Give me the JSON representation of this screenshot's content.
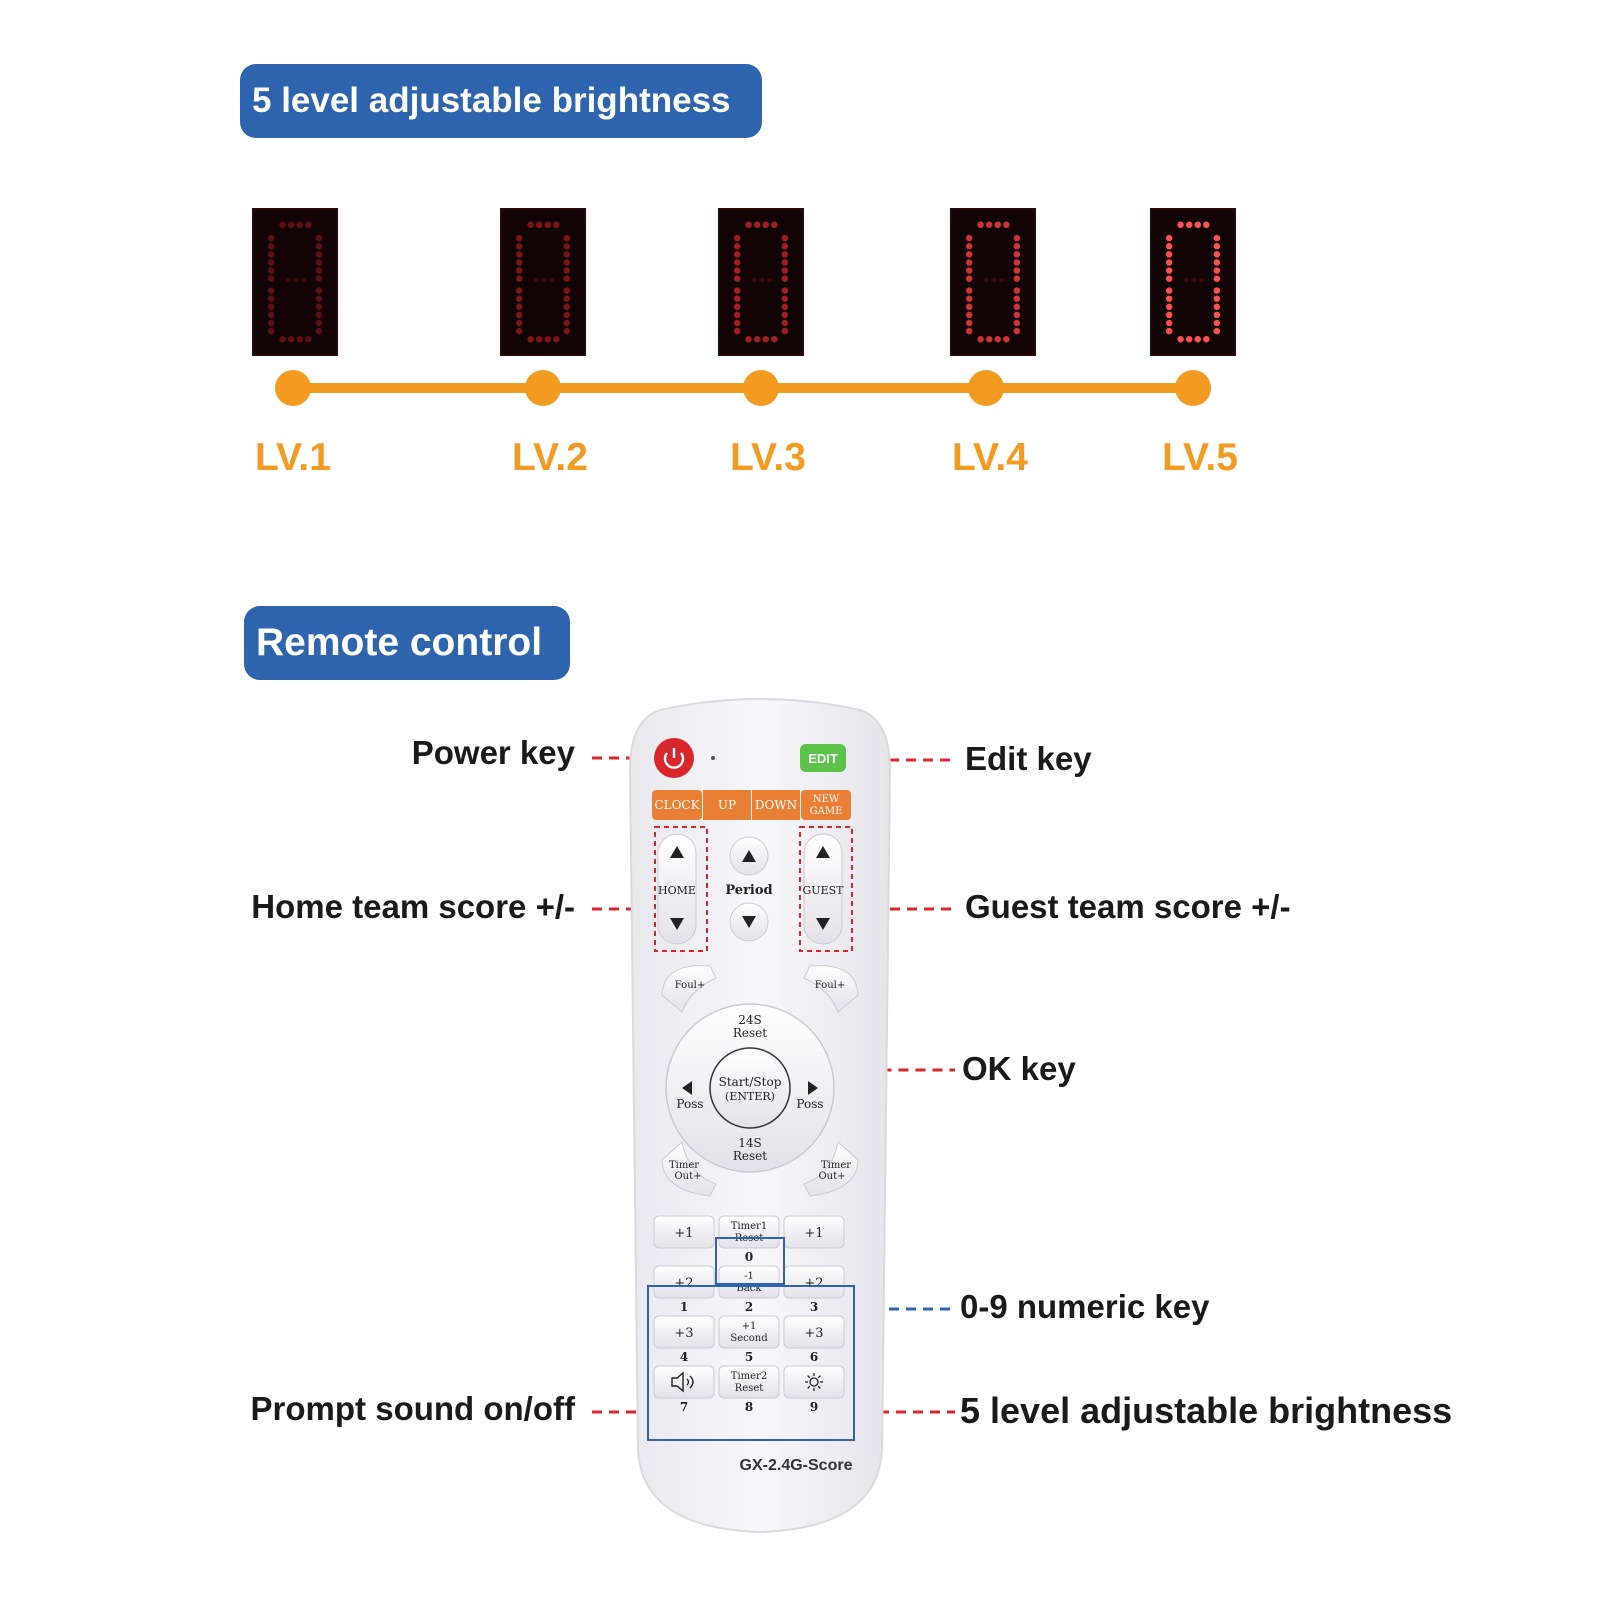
{
  "brightness": {
    "title": "5 level adjustable brightness",
    "levels": [
      {
        "label": "LV.1",
        "intensity": 0.25
      },
      {
        "label": "LV.2",
        "intensity": 0.42
      },
      {
        "label": "LV.3",
        "intensity": 0.6
      },
      {
        "label": "LV.4",
        "intensity": 0.8
      },
      {
        "label": "LV.5",
        "intensity": 1.0
      }
    ],
    "colors": {
      "timeline": "#f39a21",
      "led_on": "#ff2a2a",
      "badge": "#2e64ae"
    }
  },
  "remote": {
    "title": "Remote control",
    "model": "GX-2.4G-Score",
    "callouts": {
      "power": "Power key",
      "edit": "Edit key",
      "home": "Home team score +/-",
      "guest": "Guest team score +/-",
      "ok": "OK key",
      "numeric": "0-9 numeric key",
      "sound": "Prompt sound on/off",
      "brightness": "5 level adjustable brightness"
    },
    "buttons": {
      "edit": "EDIT",
      "clock": "CLOCK",
      "up": "UP",
      "down": "DOWN",
      "new_game_1": "NEW",
      "new_game_2": "GAME",
      "home": "HOME",
      "guest": "GUEST",
      "period": "Period",
      "foul_left": "Foul+",
      "foul_right": "Foul+",
      "reset24_1": "24S",
      "reset24_2": "Reset",
      "reset14_1": "14S",
      "reset14_2": "Reset",
      "poss_left": "Poss",
      "poss_right": "Poss",
      "enter_1": "Start/Stop",
      "enter_2": "(ENTER)",
      "timeout_left_1": "Timer",
      "timeout_left_2": "Out+",
      "timeout_right_1": "Timer",
      "timeout_right_2": "Out+"
    },
    "keypad": [
      {
        "top": "+1",
        "num": ""
      },
      {
        "top": "Timer1",
        "top2": "Reset",
        "num": "0"
      },
      {
        "top": "+1",
        "num": ""
      },
      {
        "top": "+2",
        "num": "1"
      },
      {
        "top": "-1",
        "top2": "Back",
        "num": "2"
      },
      {
        "top": "+2",
        "num": "3"
      },
      {
        "top": "+3",
        "num": "4"
      },
      {
        "top": "+1",
        "top2": "Second",
        "num": "5"
      },
      {
        "top": "+3",
        "num": "6"
      },
      {
        "top": "",
        "num": "7",
        "icon": "speaker-icon"
      },
      {
        "top": "Timer2",
        "top2": "Reset",
        "num": "8"
      },
      {
        "top": "",
        "num": "9",
        "icon": "sun-icon"
      }
    ],
    "colors": {
      "power": "#d8262a",
      "edit": "#5cc24a",
      "function_row": "#e97e35",
      "leader_red": "#d8262a",
      "leader_blue": "#2e64ae"
    }
  }
}
